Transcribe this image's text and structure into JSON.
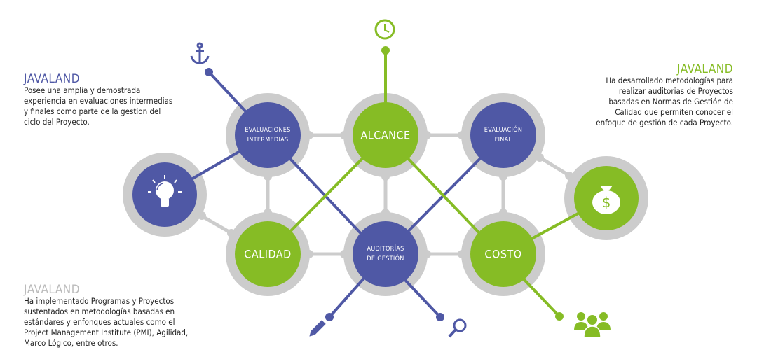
{
  "colors": {
    "blue": "#4f58a5",
    "green": "#86bc25",
    "gray": "#cccccc",
    "gray_text": "#bbbbbb"
  },
  "blocks": [
    {
      "title": "JAVALAND",
      "text": "Posee una amplia y demostrada\nexperiencia en evaluaciones intermedias\ny finales como parte de la gestion del\nciclo del Proyecto."
    },
    {
      "title": "JAVALAND",
      "text": "Ha desarrollado metodologías para\nrealizar auditorias de Proyectos\nbasadas en Normas de Gestión de\nCalidad que permiten conocer el\nenfoque de gestión de cada Proyecto."
    },
    {
      "title": "JAVALAND",
      "text": "Ha implementado Programas y Proyectos\nsustentados en metodologías basadas en\nestándares y enfonques actuales como el\nProject Management Institute (PMI), Agilidad,\nMarco Lógico, entre otros."
    }
  ],
  "nodes": {
    "evaluaciones_intermedias": "EVALUACIONES\nINTERMEDIAS",
    "alcance": "ALCANCE",
    "evaluacion_final": "EVALUACIÓN\nFINAL",
    "calidad": "CALIDAD",
    "auditorias": "AUDITORÍAS\nDE GESTIÓN",
    "costo": "COSTO"
  },
  "icons": [
    "anchor-icon",
    "clock-icon",
    "lightbulb-icon",
    "money-bag-icon",
    "pencil-icon",
    "magnifier-icon",
    "team-icon"
  ]
}
